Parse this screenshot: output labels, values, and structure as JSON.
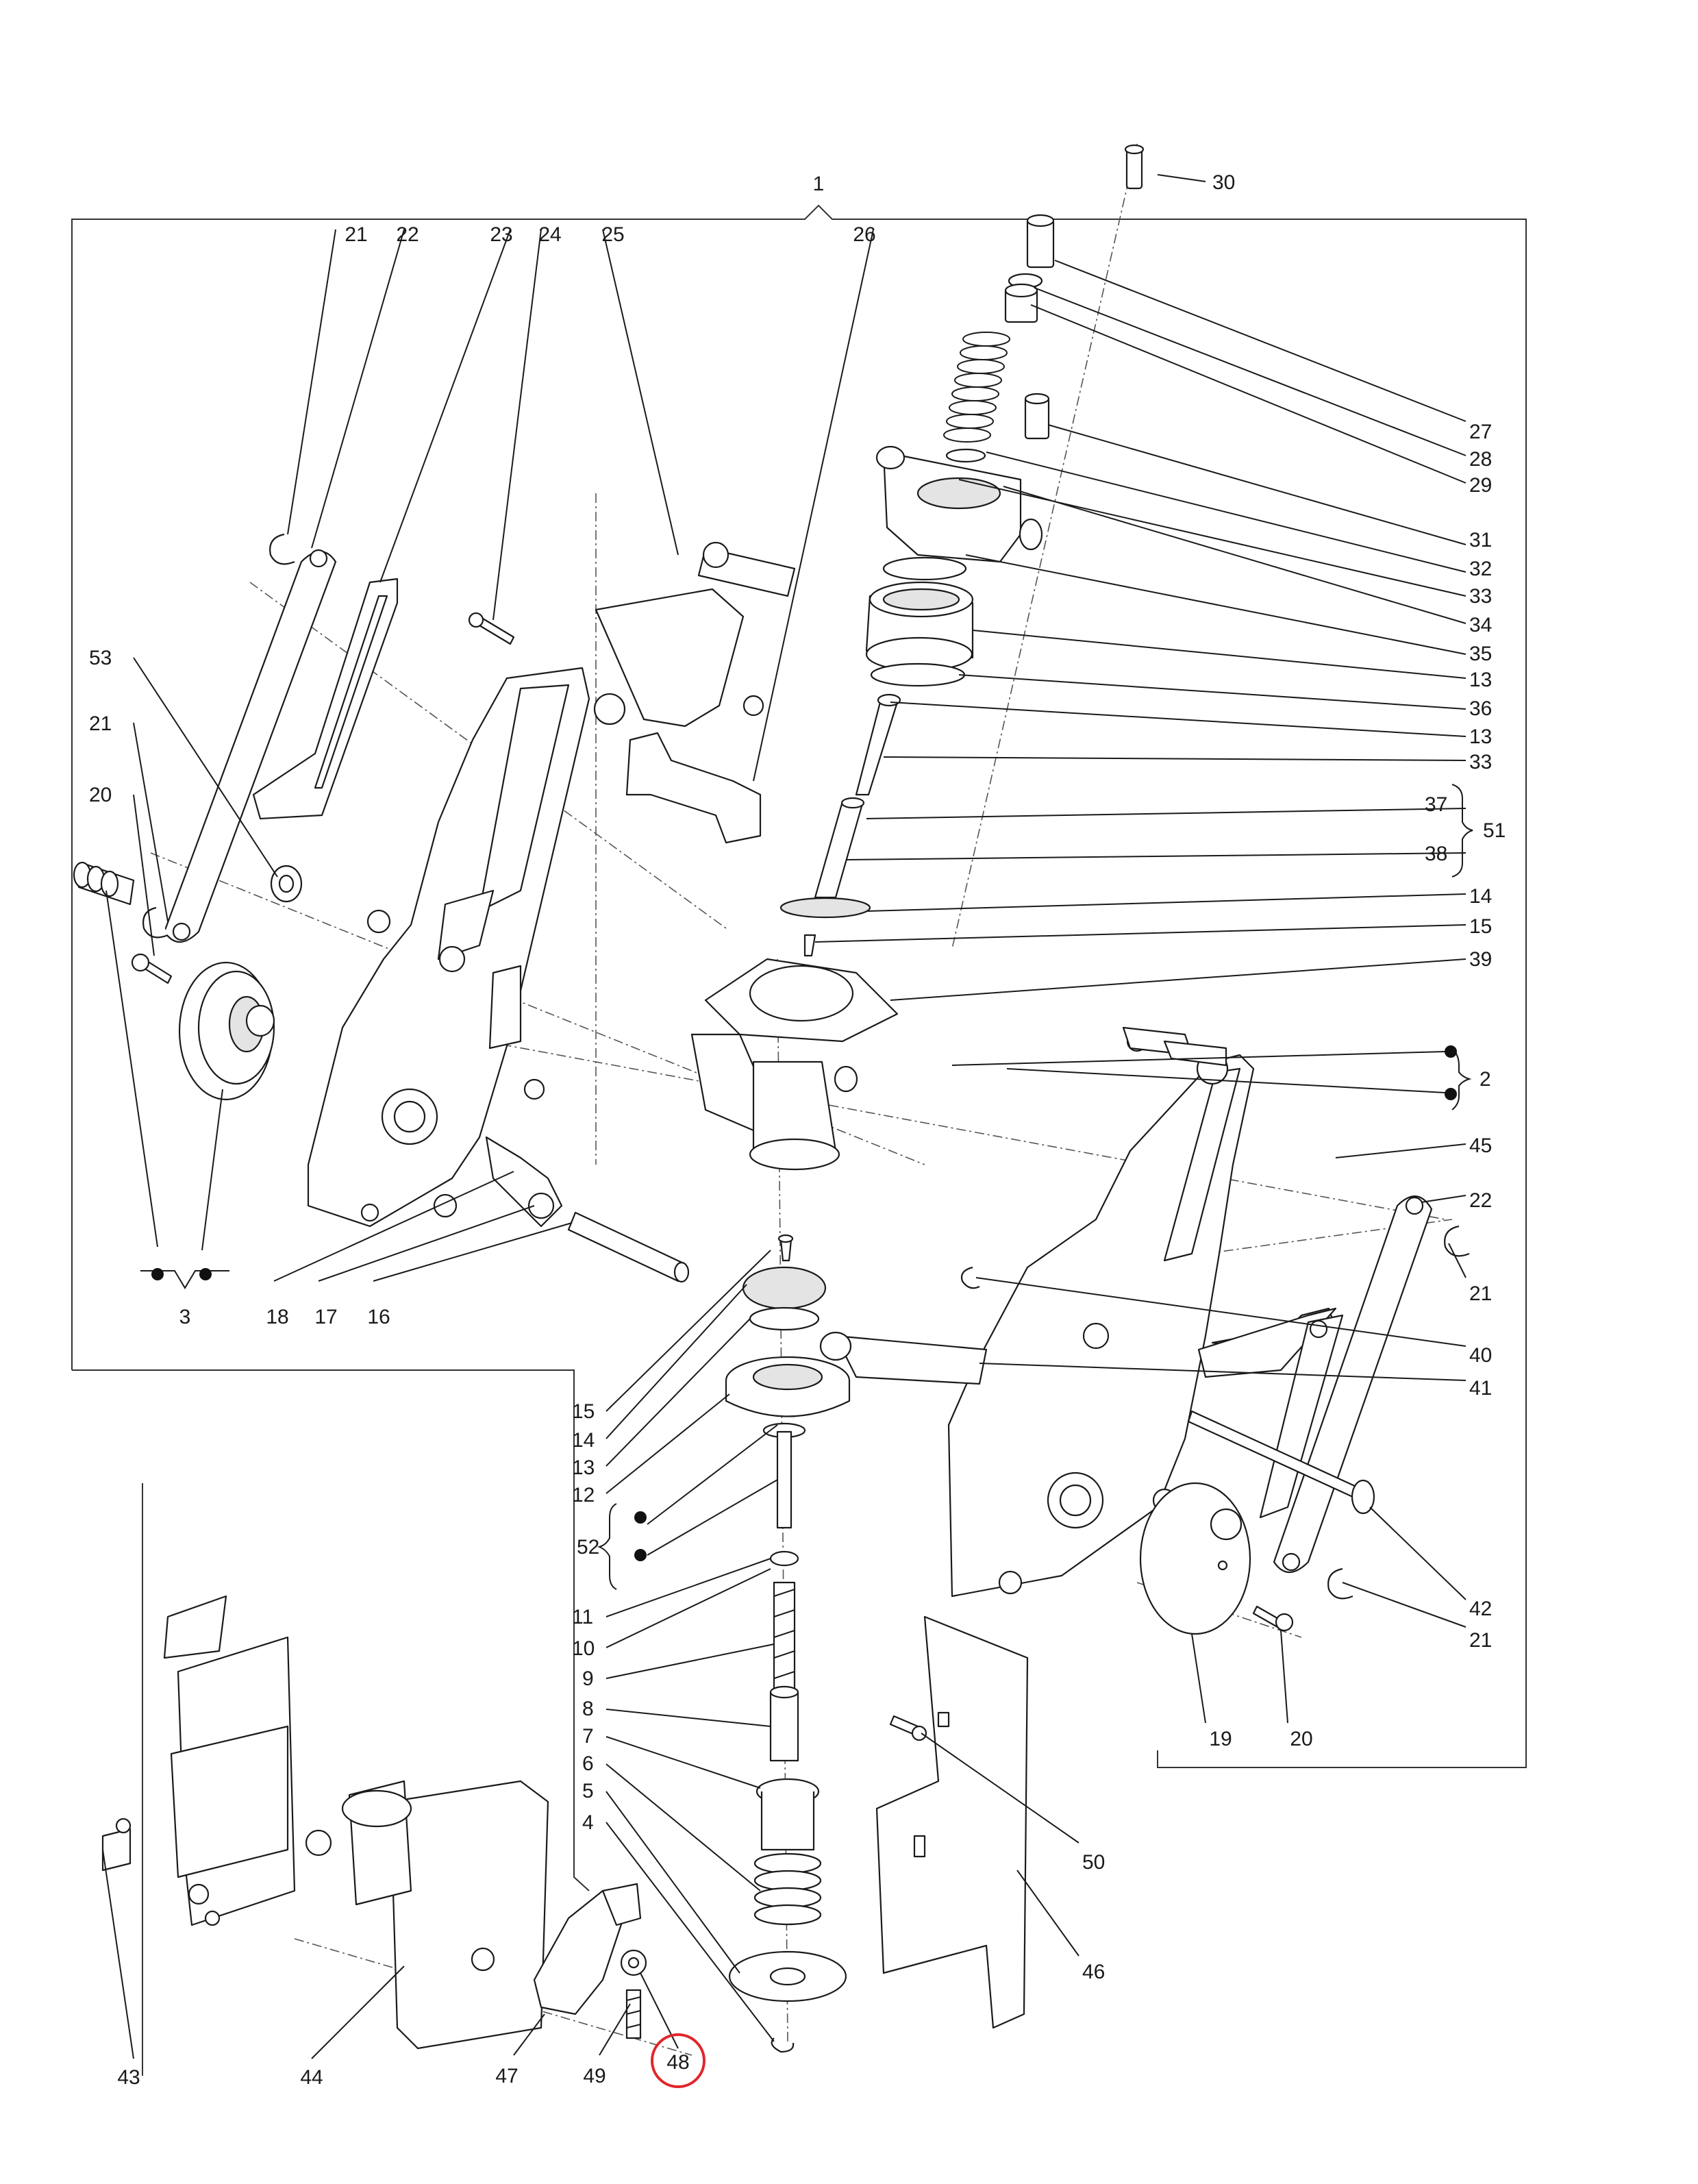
{
  "diagram": {
    "highlight_color": "#e0262a",
    "labels": {
      "l1": "1",
      "l2": "2",
      "l3": "3",
      "l4": "4",
      "l5": "5",
      "l6": "6",
      "l7": "7",
      "l8": "8",
      "l9": "9",
      "l10": "10",
      "l11": "11",
      "l12": "12",
      "l13a": "13",
      "l13b": "13",
      "l13c": "13",
      "l14a": "14",
      "l14b": "14",
      "l15a": "15",
      "l15b": "15",
      "l16": "16",
      "l17": "17",
      "l18": "18",
      "l19": "19",
      "l20a": "20",
      "l20b": "20",
      "l21a": "21",
      "l21b": "21",
      "l21c": "21",
      "l21d": "21",
      "l22a": "22",
      "l22b": "22",
      "l23": "23",
      "l24": "24",
      "l25": "25",
      "l26": "26",
      "l27": "27",
      "l28": "28",
      "l29": "29",
      "l30": "30",
      "l31": "31",
      "l32": "32",
      "l33a": "33",
      "l33b": "33",
      "l34": "34",
      "l35": "35",
      "l36": "36",
      "l37": "37",
      "l38": "38",
      "l39": "39",
      "l40": "40",
      "l41": "41",
      "l42": "42",
      "l43": "43",
      "l44": "44",
      "l45": "45",
      "l46": "46",
      "l47": "47",
      "l48": "48",
      "l49": "49",
      "l50": "50",
      "l51": "51",
      "l52": "52",
      "l53": "53"
    }
  }
}
